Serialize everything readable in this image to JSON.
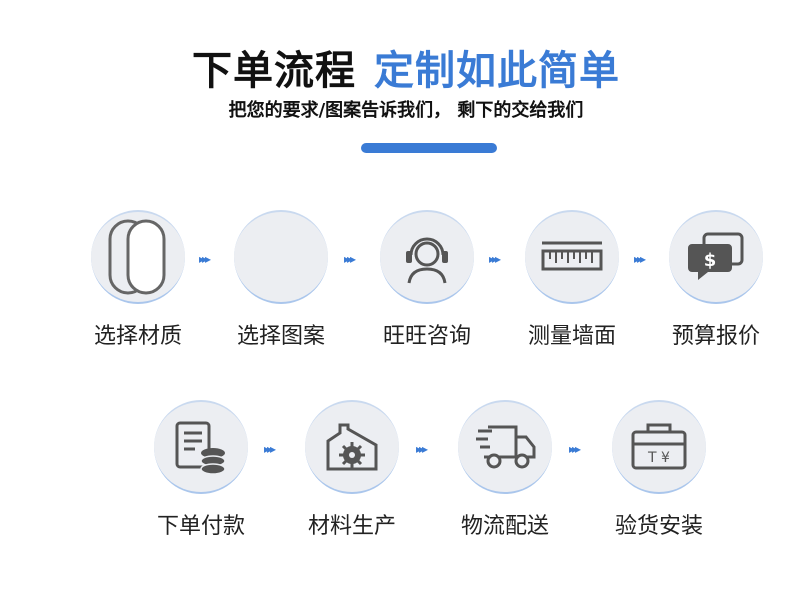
{
  "header": {
    "title_main": "下单流程",
    "title_accent": "定制如此简单",
    "subtitle": "把您的要求/图案告诉我们， 剩下的交给我们"
  },
  "colors": {
    "accent": "#3a7bd5",
    "circle_bg": "#eceef2",
    "text": "#222222"
  },
  "steps_row1": [
    {
      "label": "选择材质",
      "icon": "material-icon"
    },
    {
      "label": "选择图案",
      "icon": "pattern-icon"
    },
    {
      "label": "旺旺咨询",
      "icon": "headset-icon"
    },
    {
      "label": "测量墙面",
      "icon": "ruler-icon"
    },
    {
      "label": "预算报价",
      "icon": "price-chat-icon"
    }
  ],
  "steps_row2": [
    {
      "label": "下单付款",
      "icon": "payment-icon"
    },
    {
      "label": "材料生产",
      "icon": "factory-icon"
    },
    {
      "label": "物流配送",
      "icon": "truck-icon"
    },
    {
      "label": "验货安装",
      "icon": "toolbox-icon"
    }
  ],
  "arrow_glyph": "▸▸▸",
  "icon_text": {
    "dollar": "$",
    "toolbox": "T ¥"
  }
}
